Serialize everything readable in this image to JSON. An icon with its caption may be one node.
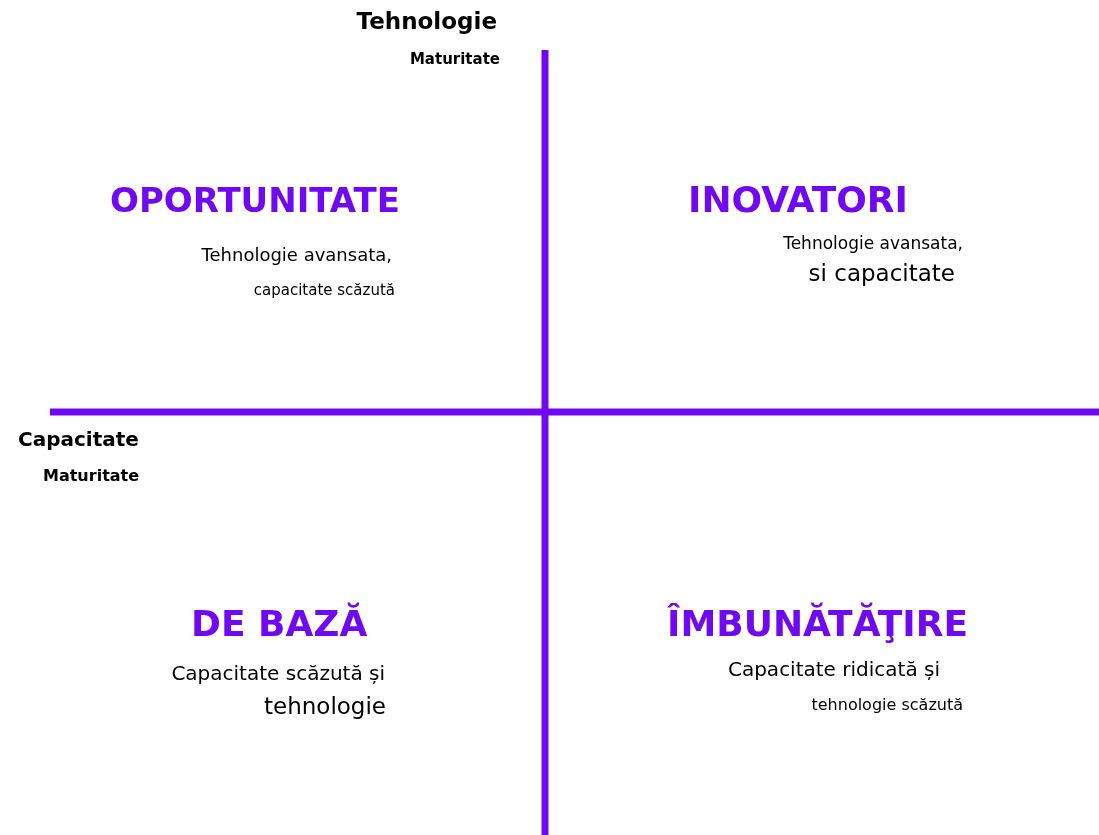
{
  "diagram": {
    "labels": [
      "Tehnologie",
      "Maturitate",
      "OPORTUNITATE",
      "Tehnologie avansata,",
      "capacitate scăzută",
      "INOVATORI",
      "Tehnologie avansata,",
      "si capacitate",
      "Capacitate",
      "Maturitate",
      "DE BAZĂ",
      "Capacitate scăzută și",
      "tehnologie",
      "ÎMBUNĂTĂŢIRE",
      "Capacitate ridicată și",
      "tehnologie scăzută"
    ]
  }
}
